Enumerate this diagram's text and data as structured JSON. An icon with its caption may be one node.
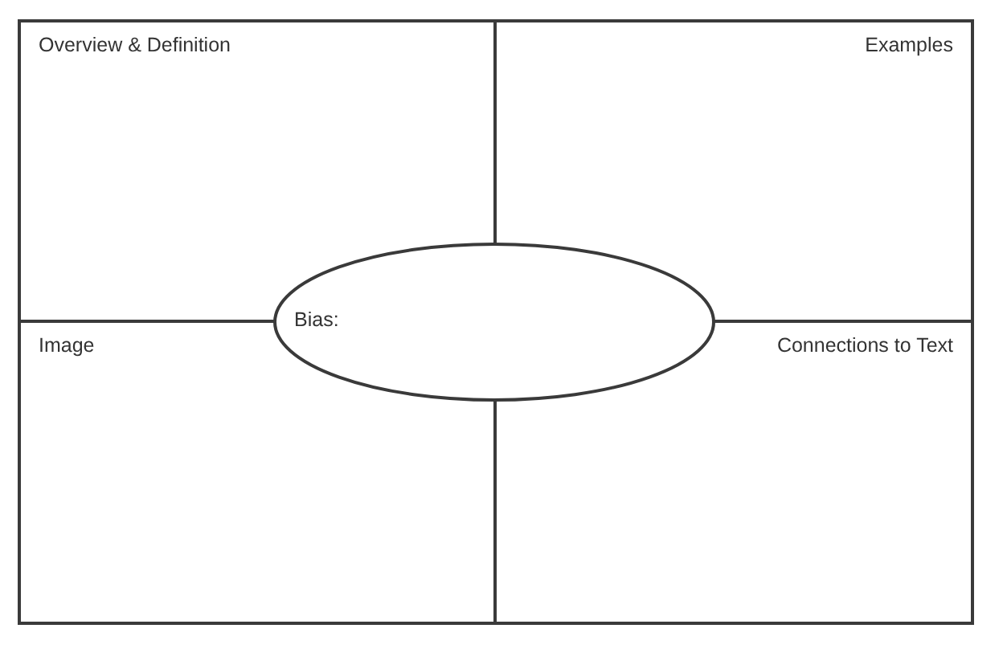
{
  "diagram": {
    "nodes": [
      {
        "text": [
          "Overview & Definition"
        ]
      },
      {
        "text": [
          "Examples"
        ]
      },
      {
        "text": [
          "Bias:"
        ]
      },
      {
        "text": [
          "Image"
        ]
      },
      {
        "text": [
          "Connections to Text"
        ]
      }
    ]
  }
}
